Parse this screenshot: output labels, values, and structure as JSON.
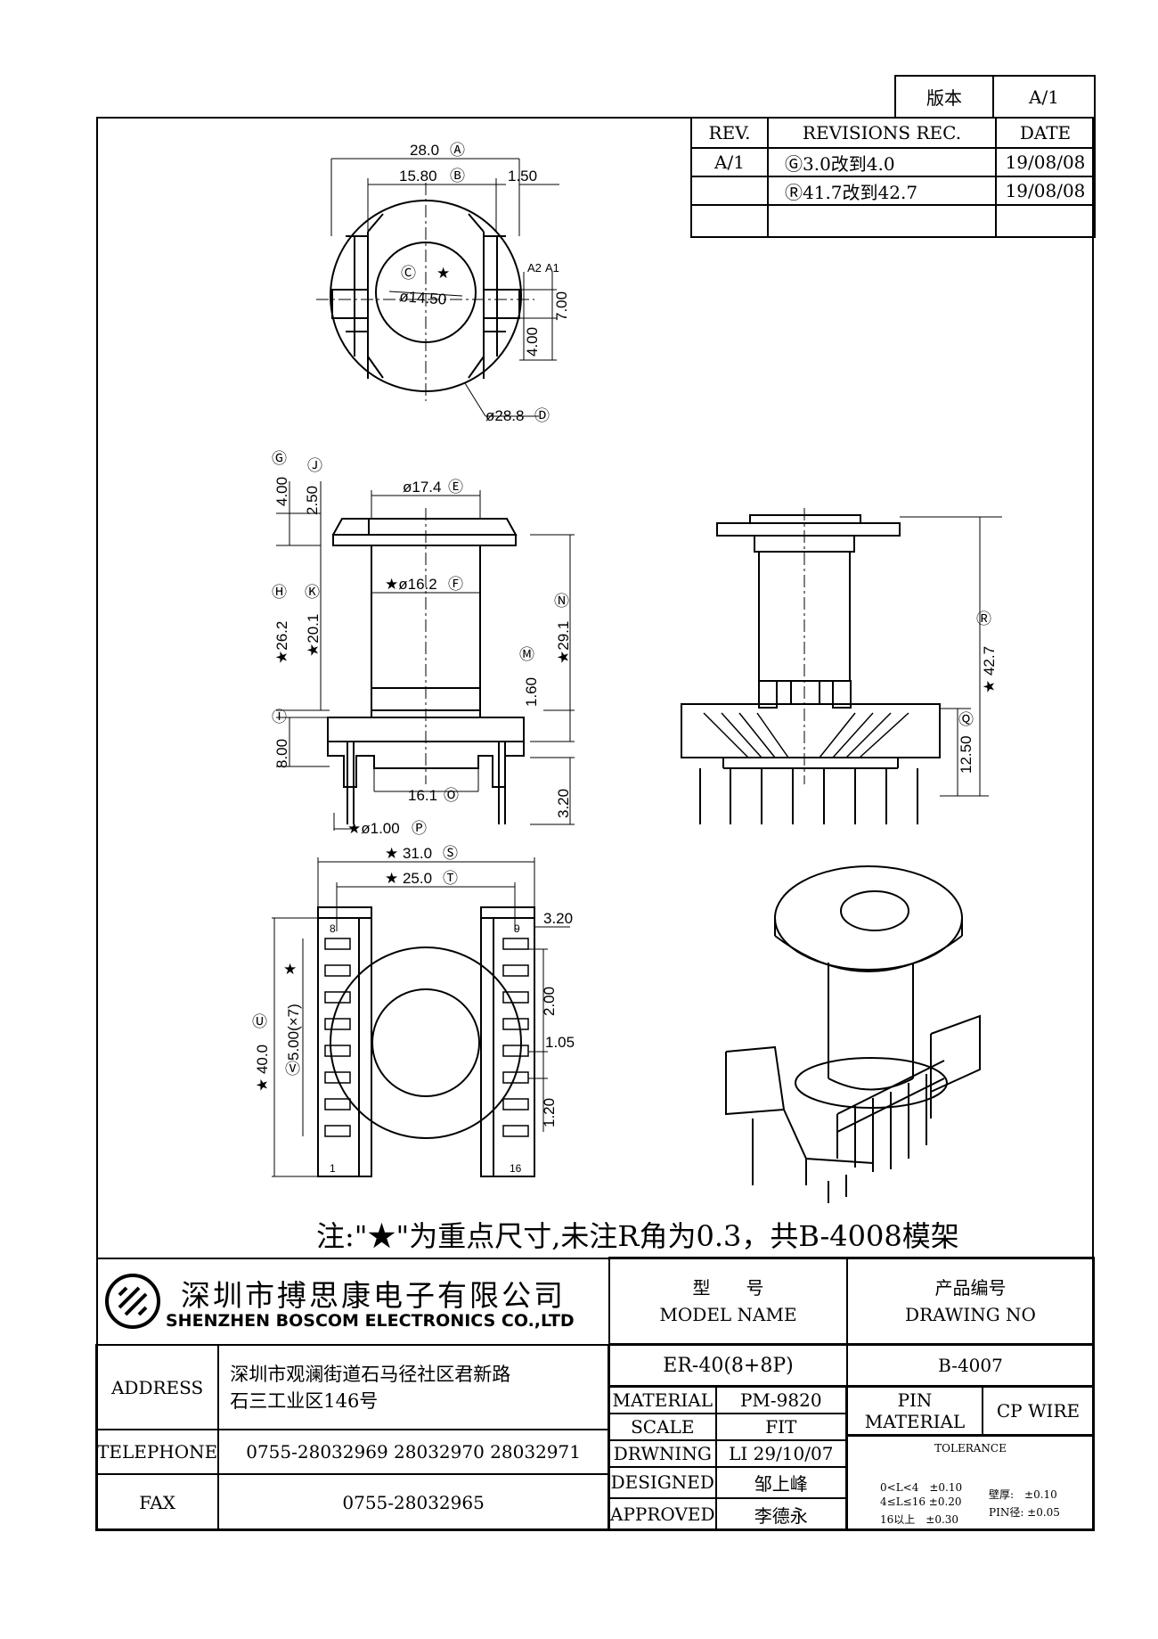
{
  "version_box": {
    "label": "版本",
    "value": "A/1"
  },
  "revisions": {
    "headers": [
      "REV.",
      "REVISIONS REC.",
      "DATE"
    ],
    "rows": [
      {
        "rev": "A/1",
        "rec": "Ⓖ3.0改到4.0",
        "date": "19/08/08"
      },
      {
        "rev": "",
        "rec": "Ⓡ41.7改到42.7",
        "date": "19/08/08"
      },
      {
        "rev": "",
        "rec": "",
        "date": ""
      }
    ]
  },
  "dims": {
    "top": {
      "a": "28.0",
      "b": "15.80",
      "c": "1.50",
      "dia_core": "ø14.50",
      "d7": "7.00",
      "d4": "4.00",
      "outer": "ø28.8"
    },
    "front": {
      "g": "4.00",
      "j": "2.50",
      "e": "ø17.4",
      "f": "★ø16.2",
      "h": "★26.2",
      "k": "★20.1",
      "n": "★29.1",
      "m": "1.60",
      "i": "8.00",
      "o": "16.1",
      "p": "★ø1.00",
      "h320": "3.20"
    },
    "side": {
      "r": "★ 42.7",
      "q": "12.50"
    },
    "bottom": {
      "s": "★ 31.0",
      "t": "★ 25.0",
      "p320": "3.20",
      "p200": "2.00",
      "p105": "1.05",
      "p120": "1.20",
      "u": "★ 40.0",
      "v": "5.00(×7)",
      "star": "★",
      "pin8": "8",
      "pin9": "9",
      "pin1": "1",
      "pin16": "16"
    },
    "letters": {
      "A": "Ⓐ",
      "B": "Ⓑ",
      "C": "Ⓒ",
      "D": "Ⓓ",
      "E": "Ⓔ",
      "F": "Ⓕ",
      "G": "Ⓖ",
      "H": "Ⓗ",
      "I": "Ⓘ",
      "J": "Ⓙ",
      "K": "Ⓚ",
      "M": "Ⓜ",
      "N": "Ⓝ",
      "O": "Ⓞ",
      "P": "Ⓟ",
      "Q": "Ⓠ",
      "R": "Ⓡ",
      "S": "Ⓢ",
      "T": "Ⓣ",
      "U": "Ⓤ",
      "V": "Ⓥ",
      "A1": "A1",
      "A2": "A2",
      "star": "★"
    }
  },
  "note": "注:\"★\"为重点尺寸,未注R角为0.3，共B-4008模架",
  "company": {
    "cn": "深圳市搏思康电子有限公司",
    "en": "SHENZHEN BOSCOM ELECTRONICS CO.,LTD"
  },
  "title_block": {
    "model_cn": "型　　号",
    "model_en": "MODEL NAME",
    "drawing_cn": "产品编号",
    "drawing_en": "DRAWING NO",
    "model_value": "ER-40(8+8P)",
    "drawing_value": "B-4007",
    "address_label": "ADDRESS",
    "address_line1": "深圳市观澜街道石马径社区君新路",
    "address_line2": "石三工业区146号",
    "telephone_label": "TELEPHONE",
    "telephone": "0755-28032969 28032970 28032971",
    "fax_label": "FAX",
    "fax": "0755-28032965",
    "material_label": "MATERIAL",
    "material": "PM-9820",
    "pin_material_label_1": "PIN",
    "pin_material_label_2": "MATERIAL",
    "pin_material": "CP WIRE",
    "scale_label": "SCALE",
    "scale": "FIT",
    "tolerance_label": "TOLERANCE",
    "drawing_label": "DRWNING",
    "drawing": "LI 29/10/07",
    "designed_label": "DESIGNED",
    "designed": "邹上峰",
    "approved_label": "APPROVED",
    "approved": "李德永",
    "tol_1": "0<L<4　±0.10",
    "tol_2": "4≤L≤16 ±0.20",
    "tol_3": "16以上　±0.30",
    "tol_wall": "壁厚:　±0.10",
    "tol_pin": "PIN径: ±0.05"
  }
}
